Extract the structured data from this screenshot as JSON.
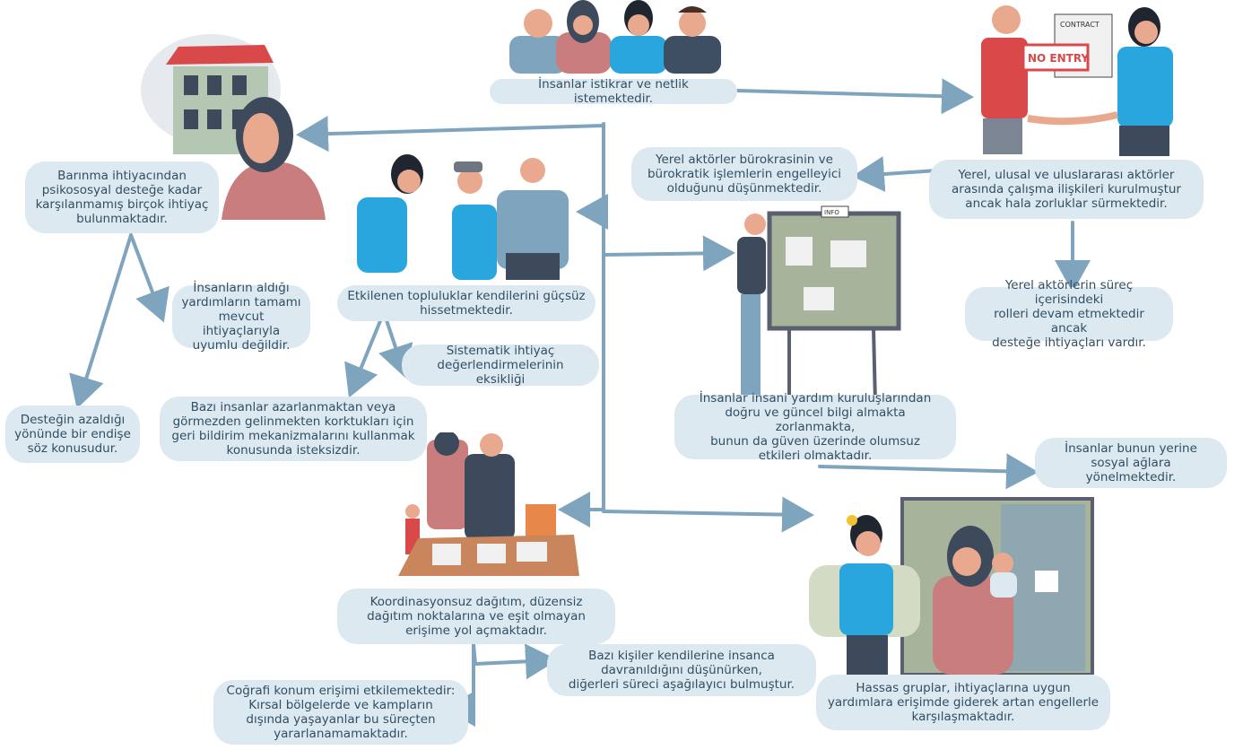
{
  "colors": {
    "bubble": "#dce9f1",
    "arrow": "#7fa4bd",
    "vest": "#2aa6df",
    "skin": "#e9a98f",
    "hijab": "#3d4a5c",
    "board": "#a7b39a",
    "roof": "#d9494a",
    "table": "#c9855b"
  },
  "boxes": {
    "stability": "İnsanlar istikrar ve netlik istemektedir.",
    "needs_unmet": "Barınma ihtiyacından\npsikososyal desteğe kadar\nkarşılanmamış birçok ihtiyaç\nbulunmaktadır.",
    "aid_mismatch": "İnsanların aldığı\nyardımların tamamı\nmevcut ihtiyaçlarıyla\nuyumlu değildir.",
    "support_decrease": "Desteğin azaldığı\nyönünde bir endişe\nsöz konusudur.",
    "communities_powerless": "Etkilenen topluluklar kendilerini güçsüz\nhissetmektedir.",
    "systematic_assessment": "Sistematik ihtiyaç\ndeğerlendirmelerinin eksikliği",
    "feedback_fear": "Bazı insanlar azarlanmaktan veya\ngörmezden gelinmekten korktukları için\ngeri bildirim mekanizmalarını kullanmak\nkonusunda isteksizdir.",
    "local_bureaucracy": "Yerel aktörler bürokrasinin ve\nbürokratik işlemlerin engelleyici\nolduğunu düşünmektedir.",
    "actors_relations": "Yerel, ulusal ve uluslararası aktörler\narasında çalışma ilişkileri kurulmuştur\nancak hala zorluklar sürmektedir.",
    "local_roles": "Yerel aktörlerin süreç içerisindeki\nrolleri devam etmektedir ancak\ndesteğe ihtiyaçları vardır.",
    "info_difficulty": "İnsanlar insani yardım kuruluşlarından\ndoğru ve güncel bilgi almakta zorlanmakta,\nbunun da güven üzerinde olumsuz\netkileri olmaktadır.",
    "social_networks": "İnsanlar bunun yerine\nsosyal ağlara yönelmektedir.",
    "uncoordinated": "Koordinasyonsuz dağıtım, düzensiz\ndağıtım noktalarına ve eşit olmayan\nerişime yol açmaktadır.",
    "dignity": "Bazı kişiler kendilerine insanca\ndavranıldığını düşünürken,\ndiğerleri süreci aşağılayıcı bulmuştur.",
    "geographic": "Coğrafi konum erişimi etkilemektedir:\nKırsal bölgelerde ve kampların\ndışında yaşayanlar bu süreçten\nyararlanamamaktadır.",
    "vulnerable": "Hassas gruplar, ihtiyaçlarına uygun\nyardımlara erişimde giderek artan engellerle\nkarşılaşmaktadır."
  },
  "illustrations": {
    "sign_text": "NO ENTRY",
    "contract_text": "CONTRACT",
    "board_text": "INFO"
  }
}
